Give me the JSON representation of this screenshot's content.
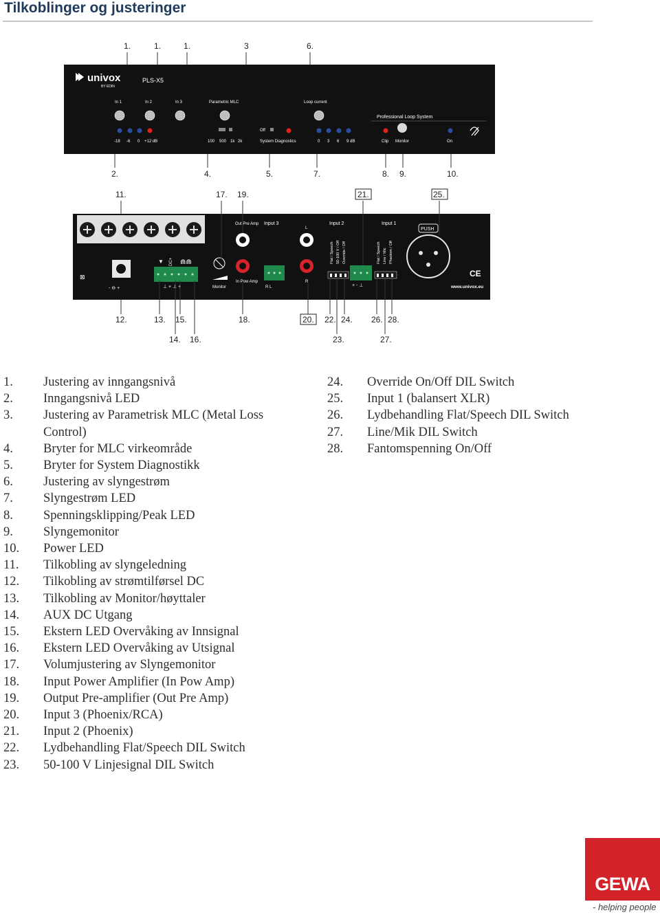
{
  "page": {
    "title": "Tilkoblinger og justeringer"
  },
  "front_panel": {
    "brand": "univox",
    "brand_sub": "BY EDIN",
    "model": "PLS-X5",
    "knobs": [
      "In 1",
      "In 2",
      "In 3",
      "Parametric MLC",
      "Loop current"
    ],
    "input_level_labels": [
      "-18",
      "-6",
      "0",
      "+12 dB"
    ],
    "mlc_labels": [
      "100",
      "500",
      "1k",
      "2k"
    ],
    "diag_off": "Off",
    "diag_label": "System Diagnostics",
    "loop_labels": [
      "0",
      "3",
      "6",
      "9 dB"
    ],
    "system_name": "Professional Loop System",
    "clip_label": "Clip",
    "monitor_label": "Monitor",
    "on_label": "On",
    "top_callouts": [
      "1.",
      "1.",
      "1.",
      "3",
      "6."
    ],
    "bottom_callouts": [
      "2.",
      "4.",
      "5.",
      "7.",
      "8.",
      "9.",
      "10."
    ]
  },
  "rear_panel": {
    "out_pre_amp": "Out Pre Amp",
    "in_pow_amp": "In Pow Amp",
    "monitor": "Monitor",
    "input3": "Input 3",
    "input2": "Input 2",
    "input1": "Input 1",
    "left": "L",
    "right": "R",
    "r_l": "R L",
    "dc": "DC+",
    "push": "PUSH",
    "flat_speech": "Flat / Speech",
    "v100": "50-100 V / Off",
    "override": "Override / Off",
    "line_mic": "Line / Mic",
    "phantom": "Phantom / Off",
    "ce": "CE",
    "web": "www.univox.eu",
    "top_callouts": [
      "11.",
      "17.",
      "19.",
      "21.",
      "25."
    ],
    "bottom_callouts": [
      "12.",
      "13.",
      "15.",
      "18.",
      "20.",
      "22.",
      "24.",
      "26.",
      "28."
    ],
    "lower_callouts": [
      "14.",
      "16.",
      "23.",
      "27."
    ]
  },
  "legend": {
    "left": [
      {
        "num": "1.",
        "text": "Justering av inngangsnivå"
      },
      {
        "num": "2.",
        "text": "Inngangsnivå LED"
      },
      {
        "num": "3.",
        "text": "Justering av Parametrisk MLC (Metal Loss Control)"
      },
      {
        "num": "4.",
        "text": "Bryter for MLC virkeområde"
      },
      {
        "num": "5.",
        "text": "Bryter for System Diagnostikk"
      },
      {
        "num": "6.",
        "text": "Justering av slyngestrøm"
      },
      {
        "num": "7.",
        "text": "Slyngestrøm LED"
      },
      {
        "num": "8.",
        "text": "Spenningsklipping/Peak LED"
      },
      {
        "num": "9.",
        "text": "Slyngemonitor"
      },
      {
        "num": "10.",
        "text": "Power LED"
      },
      {
        "num": "11.",
        "text": "Tilkobling av slyngeledning"
      },
      {
        "num": "12.",
        "text": "Tilkobling av strømtilførsel DC"
      },
      {
        "num": "13.",
        "text": "Tilkobling av Monitor/høyttaler"
      },
      {
        "num": "14.",
        "text": "AUX DC Utgang"
      },
      {
        "num": "15.",
        "text": "Ekstern LED Overvåking av Innsignal"
      },
      {
        "num": "16.",
        "text": "Ekstern LED Overvåking av Utsignal"
      },
      {
        "num": "17.",
        "text": "Volumjustering av Slyngemonitor"
      },
      {
        "num": "18.",
        "text": "Input Power Amplifier (In Pow Amp)"
      },
      {
        "num": "19.",
        "text": "Output Pre-amplifier (Out Pre Amp)"
      },
      {
        "num": "20.",
        "text": "Input 3 (Phoenix/RCA)"
      },
      {
        "num": "21.",
        "text": "Input 2 (Phoenix)"
      },
      {
        "num": "22.",
        "text": "Lydbehandling Flat/Speech DIL Switch"
      },
      {
        "num": "23.",
        "text": "50-100 V Linjesignal DIL Switch"
      }
    ],
    "right": [
      {
        "num": "24.",
        "text": "Override On/Off DIL Switch"
      },
      {
        "num": "25.",
        "text": "Input 1 (balansert XLR)"
      },
      {
        "num": "26.",
        "text": "Lydbehandling Flat/Speech DIL Switch"
      },
      {
        "num": "27.",
        "text": "Line/Mik DIL Switch"
      },
      {
        "num": "28.",
        "text": "Fantomspenning On/Off"
      }
    ]
  },
  "footer": {
    "logo": "GEWA",
    "slogan": "- helping people"
  },
  "colors": {
    "panel": "#111111",
    "led_blue": "#2a4fa0",
    "led_red": "#e0231c",
    "phoenix_green": "#1f8a4c",
    "logo_red": "#d2232a"
  }
}
